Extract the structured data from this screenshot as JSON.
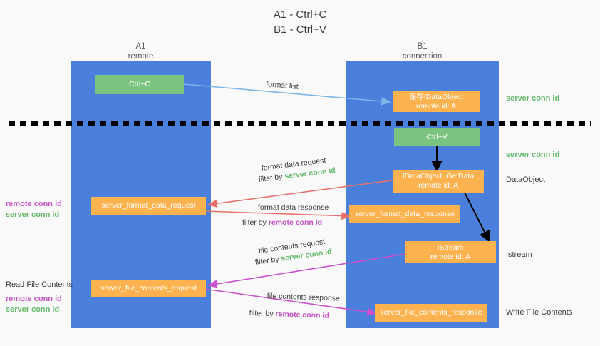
{
  "title": {
    "line1": "A1 - Ctrl+C",
    "line2": "B1 - Ctrl+V"
  },
  "columns": [
    {
      "name": "A1",
      "sub": "remote"
    },
    {
      "name": "B1",
      "sub": "connection"
    }
  ],
  "boxes": {
    "ctrl_c": "Ctrl+C",
    "ctrl_v": "Ctrl+V",
    "save_idataobject_l1": "保存IDataObject",
    "save_idataobject_l2": "remote id: A",
    "getdata_l1": "IDataObject::GetData",
    "getdata_l2": "remote id: A",
    "istream_l1": "IStream",
    "istream_l2": "remote id: A",
    "server_format_data_request": "server_format_data_request",
    "server_format_data_response": "server_format_data_response",
    "server_file_contents_request": "server_file_contents_request",
    "server_file_contents_response": "server_file_contents_response"
  },
  "edges": {
    "format_list": "format list",
    "format_data_request": "format data request",
    "format_data_request_filter_prefix": "filter by ",
    "format_data_request_filter_key": "server conn id",
    "format_data_response": "format data response",
    "format_data_response_filter_prefix": "filter by ",
    "format_data_response_filter_key": "remote conn id",
    "file_contents_request": "file contents request",
    "file_contents_request_filter_prefix": "filter by ",
    "file_contents_request_filter_key": "server conn id",
    "file_contents_response": "file contents response",
    "file_contents_response_filter_prefix": "filter by ",
    "file_contents_response_filter_key": "remote conn id"
  },
  "side_labels": {
    "right_server_conn_id_top": "server conn id",
    "right_server_conn_id_mid": "server conn id",
    "right_dataobject": "DataObject",
    "right_istream": "Istream",
    "right_write_file_contents": "Write File Contents",
    "left_remote_conn_id_1": "remote conn id",
    "left_server_conn_id_1": "server conn id",
    "left_read_file_contents": "Read File Contents",
    "left_remote_conn_id_2": "remote conn id",
    "left_server_conn_id_2": "server conn id"
  },
  "colors": {
    "panel": "#4a7fdb",
    "green_box": "#7bc47f",
    "orange_box": "#fcb24e",
    "background": "#f9f9f9",
    "arrow_format_list": "#7cb5e8",
    "arrow_format_data": "#e8706a",
    "arrow_file_contents": "#cc4fcc",
    "arrow_flow": "#000000",
    "divider": "#000000",
    "green_text": "#64b96a",
    "purple_text": "#c653c6"
  }
}
